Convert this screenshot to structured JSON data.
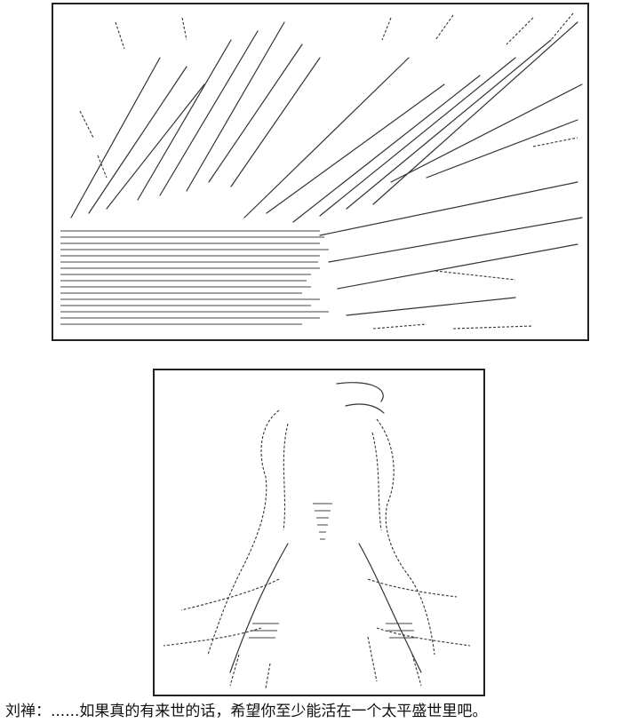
{
  "caption": {
    "speaker": "刘禅：",
    "text": "......如果真的有来世的话，希望你至少能活在一个太平盛世里吧。"
  },
  "panels": [
    {
      "name": "rain-ascii-art-panel"
    },
    {
      "name": "character-ascii-art-panel"
    }
  ]
}
